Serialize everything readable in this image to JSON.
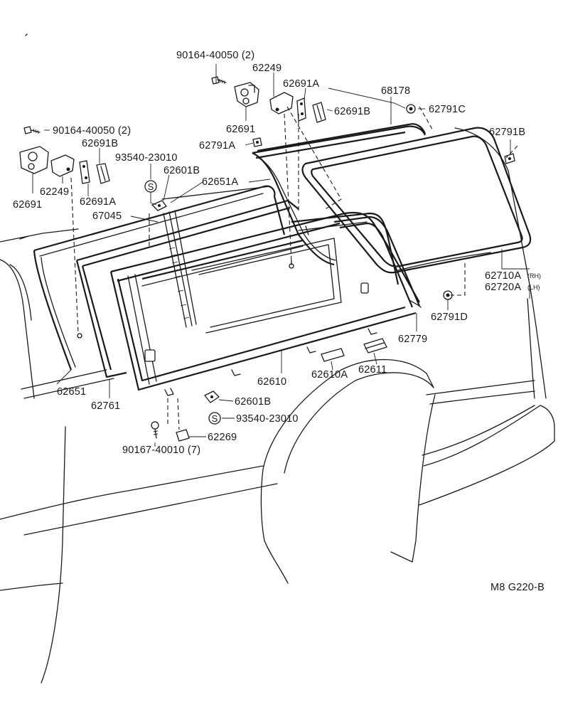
{
  "labels": {
    "p90164_top": "90164-40050 (2)",
    "p62249_top": "62249",
    "p62691A_top": "62691A",
    "p68178": "68178",
    "p62791C": "62791C",
    "p62691B_top": "62691B",
    "p62691_top": "62691",
    "p62791A": "62791A",
    "p62791B": "62791B",
    "p90164_left": "90164-40050 (2)",
    "p62691B_left": "62691B",
    "p93540_top": "93540-23010",
    "p62601B_top": "62601B",
    "p62651A": "62651A",
    "p62249_left": "62249",
    "p62691_left": "62691",
    "p62691A_left": "62691A",
    "p67045": "67045",
    "p62710A": "62710A",
    "p62710A_side": "(RH)",
    "p62720A": "62720A",
    "p62720A_side": "(LH)",
    "p62791D": "62791D",
    "p62779": "62779",
    "p62610": "62610",
    "p62610A": "62610A",
    "p62611": "62611",
    "p62651": "62651",
    "p62761": "62761",
    "p62601B_bot": "62601B",
    "p93540_bot": "93540-23010",
    "p90167": "90167-40010 (7)",
    "p62269": "62269",
    "s_top": "S",
    "s_bot": "S",
    "figure_code": "M8 G220-B"
  }
}
